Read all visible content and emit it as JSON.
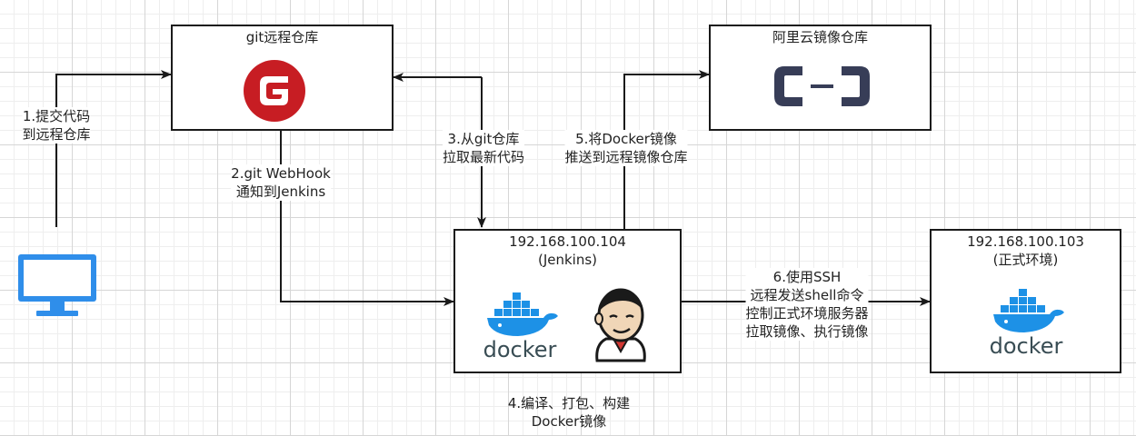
{
  "nodes": {
    "git_repo": {
      "title": "git远程仓库"
    },
    "aliyun": {
      "title": "阿里云镜像仓库"
    },
    "jenkins": {
      "title": "192.168.100.104",
      "subtitle": "(Jenkins)",
      "docker_word": "docker"
    },
    "prod": {
      "title": "192.168.100.103",
      "subtitle": "(正式环境)",
      "docker_word": "docker"
    }
  },
  "steps": {
    "s1": {
      "line1": "1.提交代码",
      "line2": "到远程仓库"
    },
    "s2": {
      "line1": "2.git WebHook",
      "line2": "通知到Jenkins"
    },
    "s3": {
      "line1": "3.从git仓库",
      "line2": "拉取最新代码"
    },
    "s4": {
      "line1": "4.编译、打包、构建",
      "line2": "Docker镜像"
    },
    "s5": {
      "line1": "5.将Docker镜像",
      "line2": "推送到远程镜像仓库"
    },
    "s6": {
      "line1": "6.使用SSH",
      "line2": "远程发送shell命令",
      "line3": "控制正式环境服务器",
      "line4": "拉取镜像、执行镜像"
    }
  },
  "colors": {
    "gitee_red": "#c71d23",
    "aliyun_dark": "#373d57",
    "docker_blue": "#1d91e6",
    "docker_text": "#394d54",
    "monitor_blue": "#2f8eea"
  },
  "icons": [
    "monitor-icon",
    "gitee-logo-icon",
    "aliyun-logo-icon",
    "docker-logo-icon",
    "jenkins-logo-icon"
  ]
}
